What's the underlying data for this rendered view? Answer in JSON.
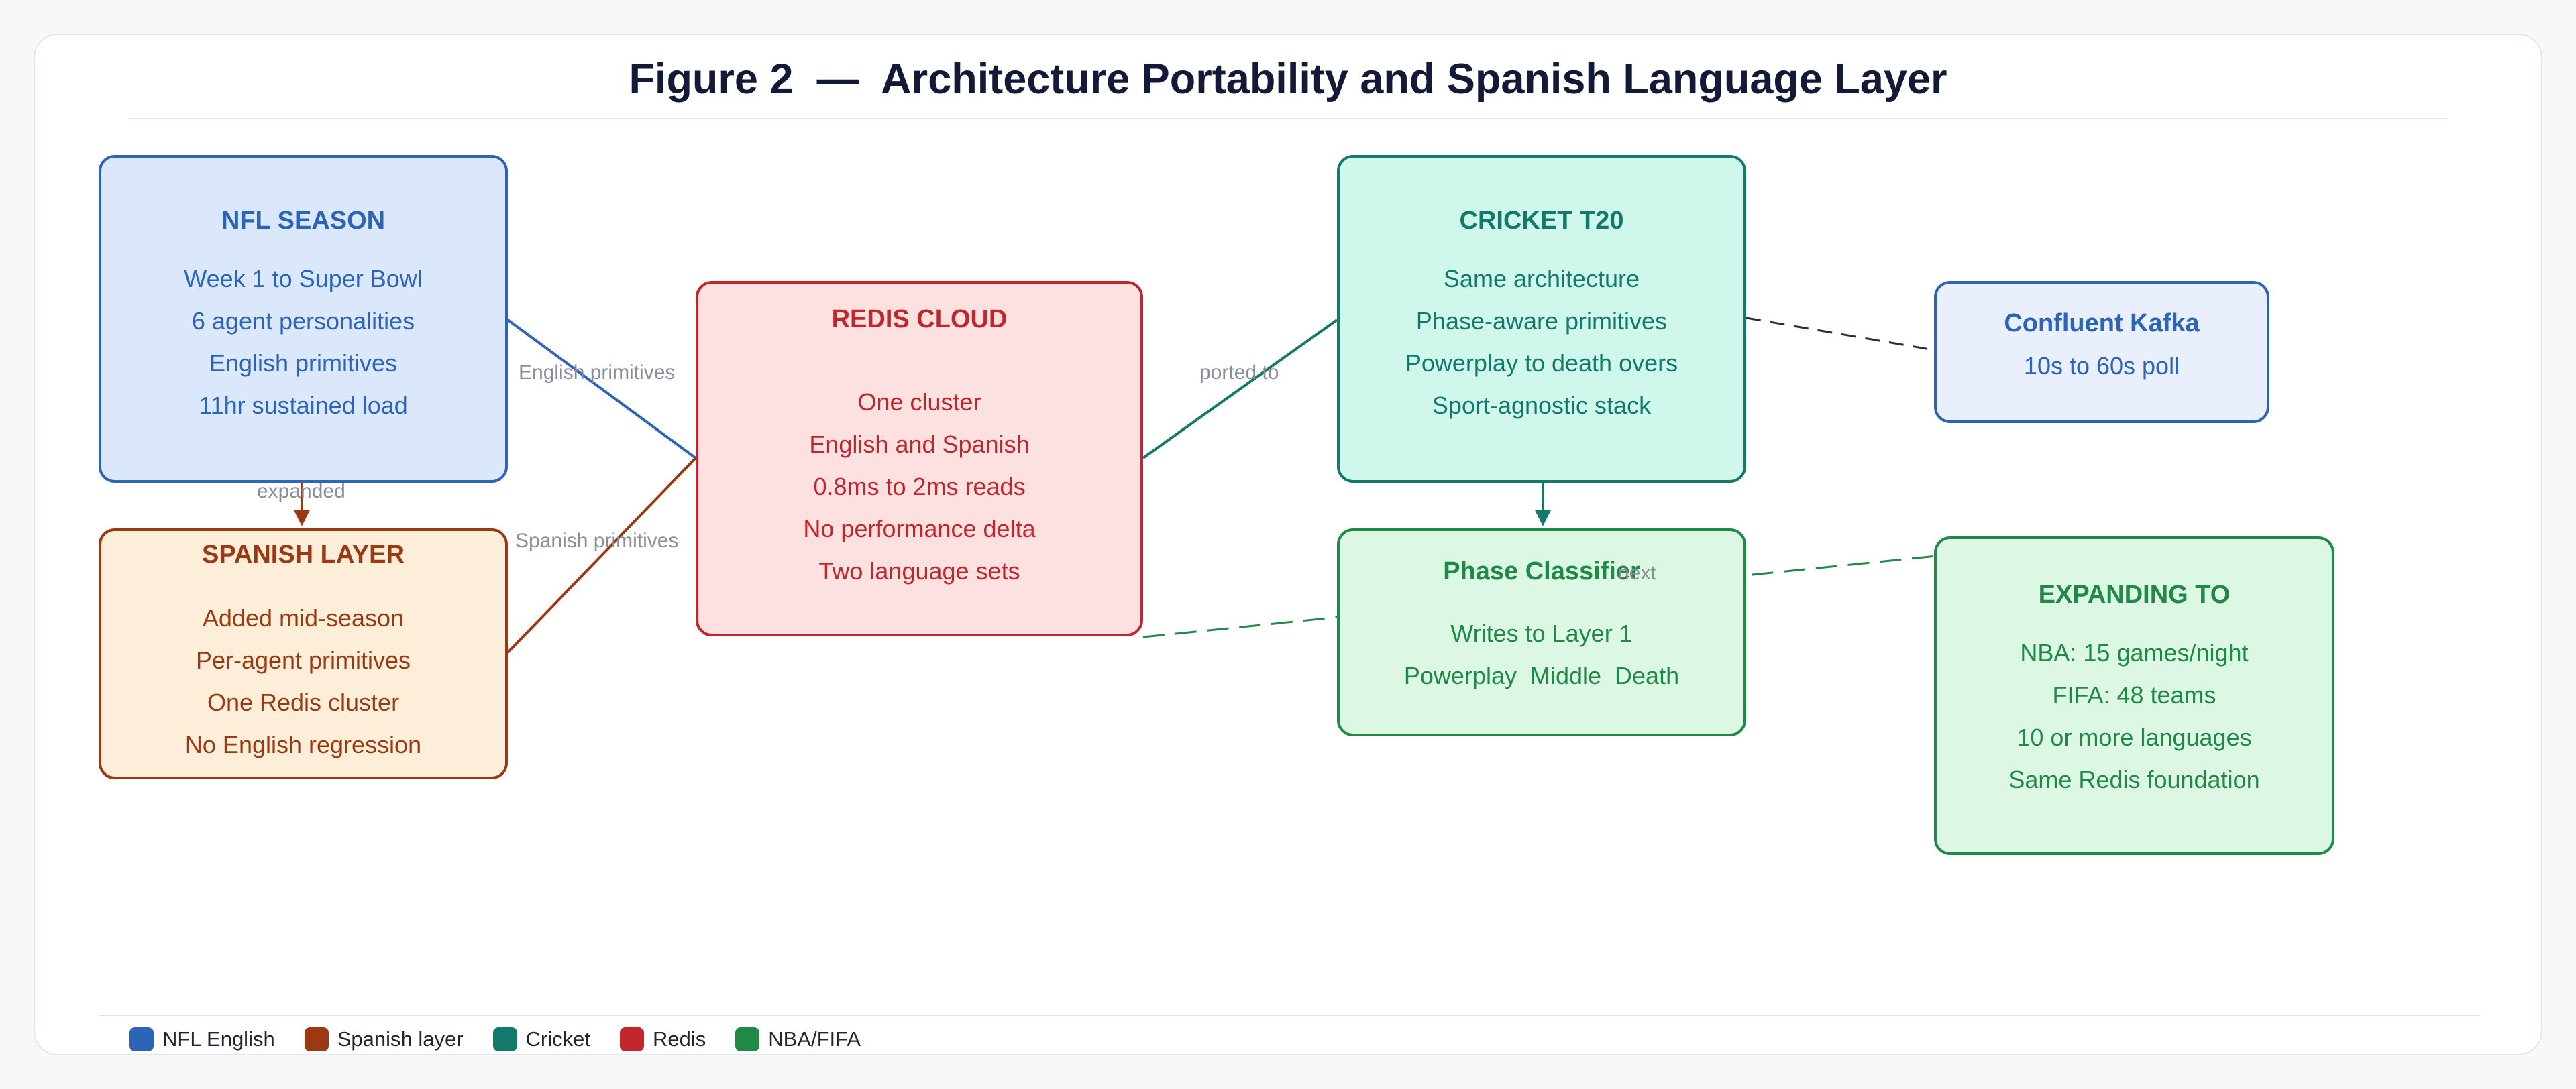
{
  "figure": {
    "title": "Figure 2  —  Architecture Portability and Spanish Language Layer"
  },
  "nodes": {
    "nfl": {
      "title": "NFL SEASON",
      "lines": [
        "Week 1 to Super Bowl",
        "6 agent personalities",
        "English primitives",
        "11hr sustained load"
      ],
      "color": "#2c64b8"
    },
    "spanish": {
      "title": "SPANISH LAYER",
      "lines": [
        "Added mid-season",
        "Per-agent primitives",
        "One Redis cluster",
        "No English regression"
      ],
      "color": "#9b3a12"
    },
    "redis": {
      "title": "REDIS CLOUD",
      "lines": [
        "One cluster",
        "English and Spanish",
        "0.8ms to 2ms reads",
        "No performance delta",
        "Two language sets"
      ],
      "color": "#c2262c"
    },
    "cricket": {
      "title": "CRICKET T20",
      "lines": [
        "Same architecture",
        "Phase-aware primitives",
        "Powerplay to death overs",
        "Sport-agnostic stack"
      ],
      "color": "#137a6b"
    },
    "kafka": {
      "title": "Confluent Kafka",
      "lines": [
        "10s to 60s poll"
      ],
      "color": "#2c64b8"
    },
    "phase": {
      "title": "Phase Classifier",
      "lines": [
        "Writes to Layer 1",
        "Powerplay  Middle  Death"
      ],
      "color": "#1f8a45"
    },
    "expanding": {
      "title": "EXPANDING TO",
      "lines": [
        "NBA: 15 games/night",
        "FIFA: 48 teams",
        "10 or more languages",
        "Same Redis foundation"
      ],
      "color": "#1f8a45"
    }
  },
  "edges": {
    "nfl_redis": "English primitives",
    "spanish_redis": "Spanish primitives",
    "redis_cricket": "ported to",
    "nfl_spanish": "expanded",
    "next": "next"
  },
  "legend": [
    {
      "label": "NFL English",
      "color": "#2c64b8"
    },
    {
      "label": "Spanish layer",
      "color": "#9b3a12"
    },
    {
      "label": "Cricket",
      "color": "#137a6b"
    },
    {
      "label": "Redis",
      "color": "#c2262c"
    },
    {
      "label": "NBA/FIFA",
      "color": "#1f8a45"
    }
  ]
}
